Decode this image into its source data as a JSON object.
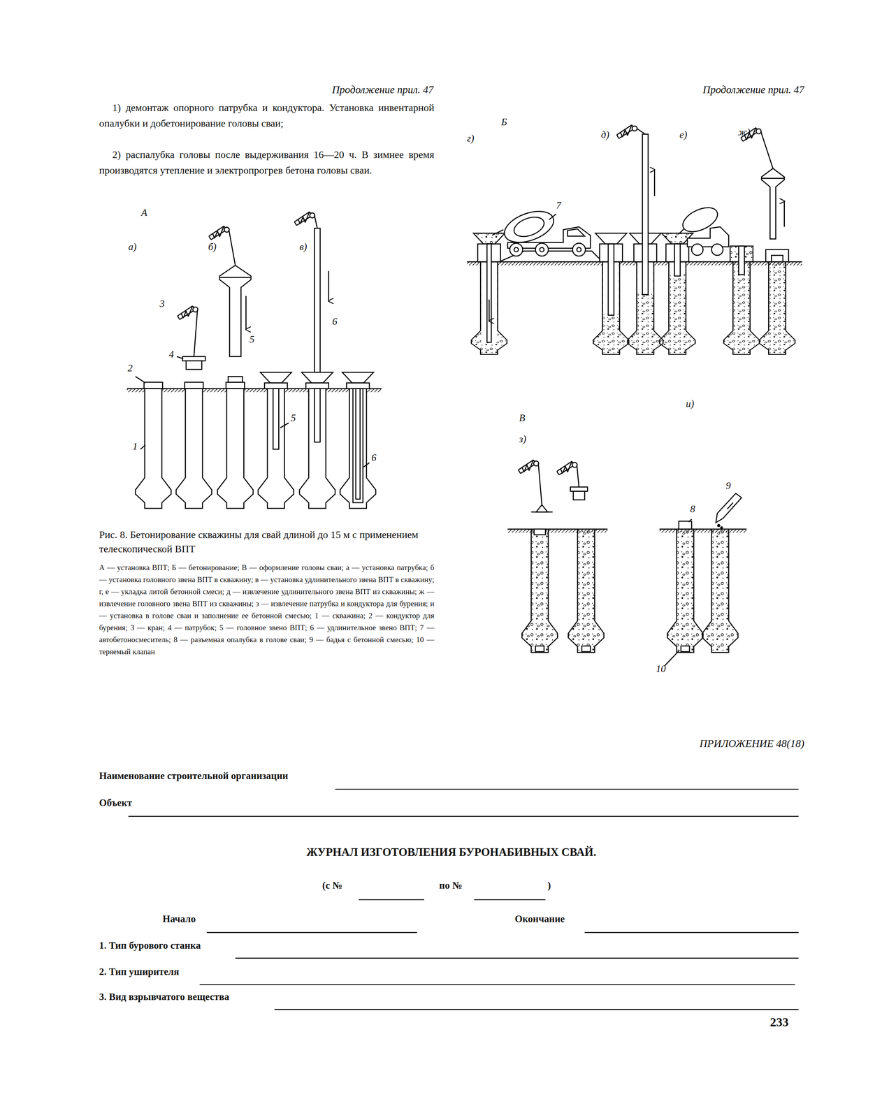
{
  "diagram": {
    "title": "ЖУРНАЛ ИЗГОТОВЛЕНИЯ БУРОНАБИВНЫХ СВАЙ.",
    "caption": "Рис. 8. Бетонирование скважины для свай длиной до 15 м с применением телескопической ВПТ",
    "labels": [
      "Продолжение прил. 47",
      "Продолжение прил. 47",
      "1) демонтаж опорного патрубка и кондуктора. Установка инвентарной опалубки и добетонирование головы сваи;",
      "2) распалубка головы после выдерживания 16—20 ч. В зимнее время производятся утепление и электропрогрев бетона головы сваи.",
      "А",
      "а)",
      "б)",
      "в)",
      "3",
      "4",
      "2",
      "1",
      "5",
      "5",
      "6",
      "6",
      "Б",
      "г)",
      "7",
      "д)",
      "е)",
      "ж)",
      "В",
      "з)",
      "и)",
      "8",
      "9",
      "10",
      "А — установка ВПТ; Б — бетонирование; В — оформление головы сваи; а — установка патрубка; б — установка головного звена ВПТ в скважину; в — установка удлинительного звена ВПТ в скважину; г, е — укладка литой бетонной смеси; д — извлечение удлинительного звена ВПТ из скважины; ж — извлечение головного звена ВПТ из скважины; з — извлечение патрубка и кондуктора для бурения; и — установка в голове сваи и заполнение ее бетонной смесью; 1 — скважина; 2 — кондуктор для бурения; 3 — кран; 4 — патрубок; 5 — головное звено ВПТ; 6 — удлинительное звено ВПТ; 7 — автобетоносмеситель; 8 — разъемная опалубка в голове сваи; 9 — бадья с бетонной смесью; 10 — теряемый клапан",
      "ПРИЛОЖЕНИЕ 48(18)",
      "Наименование строительной организации",
      "Объект",
      "(с №",
      "по №",
      ")",
      "Начало",
      "Окончание",
      "1. Тип бурового станка",
      "2. Тип уширителя",
      "3. Вид взрывчатого вещества",
      "233"
    ]
  }
}
